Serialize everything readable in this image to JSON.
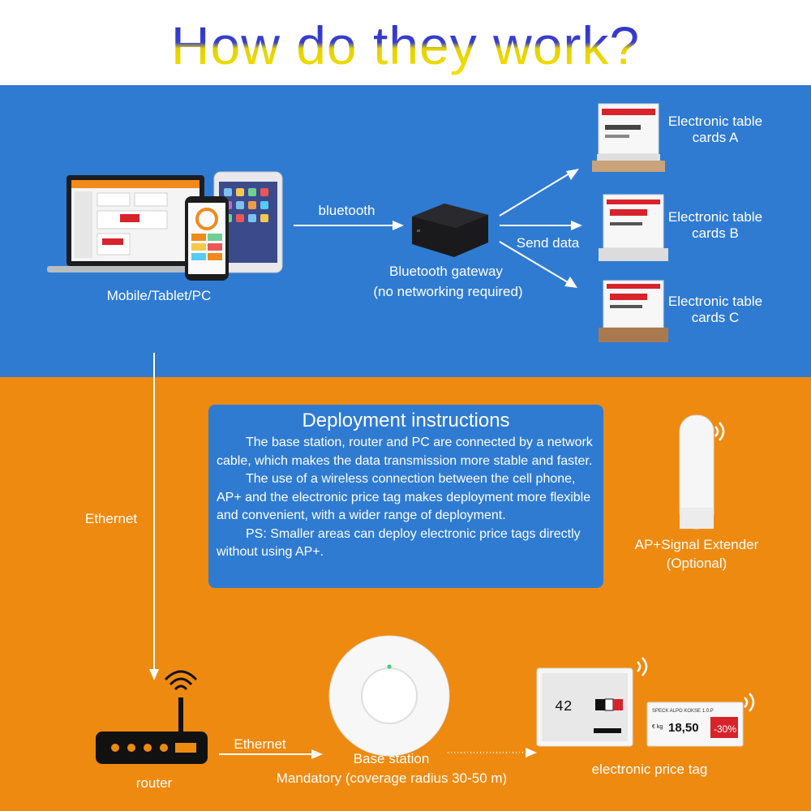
{
  "title": "How do they work?",
  "devices": {
    "label": "Mobile/Tablet/PC"
  },
  "link_bluetooth": "bluetooth",
  "gateway": {
    "label": "Bluetooth gateway",
    "note": "(no networking required)"
  },
  "send_data": "Send data",
  "cards": [
    {
      "line1": "Electronic table",
      "line2": "cards A"
    },
    {
      "line1": "Electronic table",
      "line2": "cards B"
    },
    {
      "line1": "Electronic table",
      "line2": "cards C"
    }
  ],
  "ethernet_vertical": "Ethernet",
  "deployment": {
    "title": "Deployment instructions",
    "paragraphs": [
      "The base station, router and PC are connected by a network cable, which makes the data transmission more stable and faster.",
      "The use of a wireless connection between the cell phone, AP+ and the electronic price tag makes deployment more flexible and convenient, with a wider range of deployment.",
      "PS: Smaller areas can deploy electronic price tags directly without using AP+."
    ]
  },
  "extender": {
    "line1": "AP+Signal Extender",
    "line2": "(Optional)"
  },
  "router": {
    "label": "router"
  },
  "ethernet_horizontal": "Ethernet",
  "base_station": {
    "label": "Base station",
    "note": "Mandatory (coverage radius 30-50 m)"
  },
  "price_tag": {
    "label": "electronic price tag",
    "display_a": "42",
    "display_b_header": "SPECK ALPO KOKSE 1.0.P",
    "display_b_price": "18,50",
    "display_b_unit": "€ kg",
    "display_b_discount": "-30%"
  },
  "colors": {
    "top_panel": "#2f7bd2",
    "bottom_panel": "#ee8a10",
    "title_top": "#2d2fc0",
    "title_bottom": "#f4e400",
    "tag_red": "#d8232a"
  }
}
